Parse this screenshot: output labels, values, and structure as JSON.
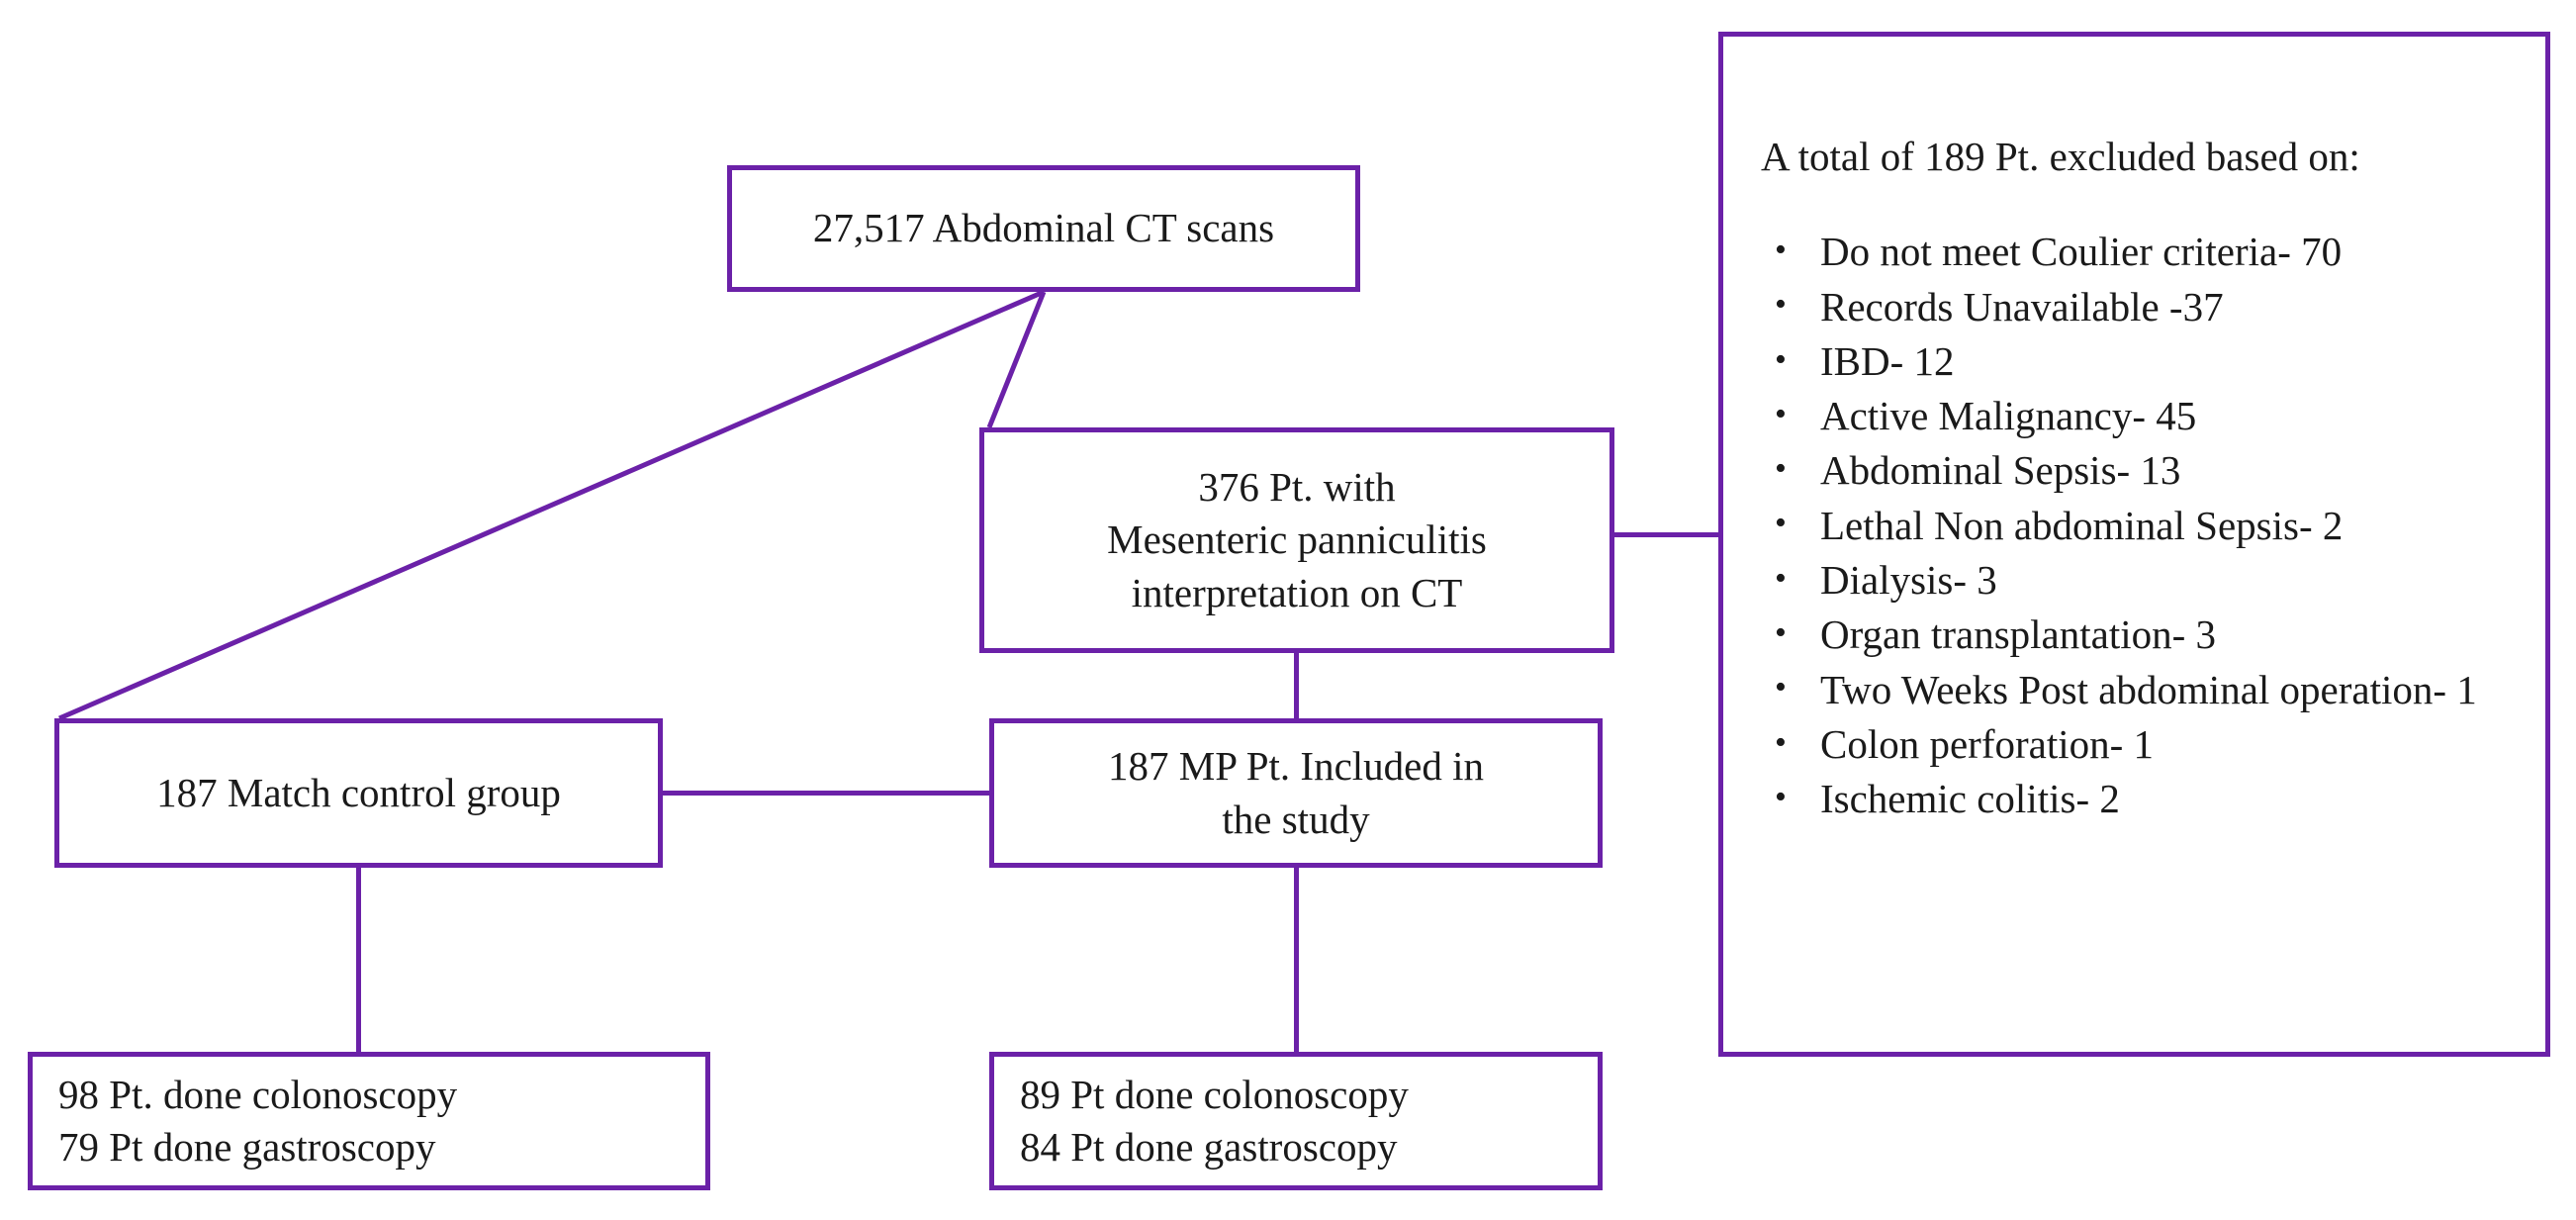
{
  "diagram": {
    "title": "Patient selection flowchart",
    "accent_color": "#6B21A8",
    "background_color": "#FFFFFF",
    "text_color": "#1A1A1A"
  },
  "nodes": {
    "scans": {
      "text": "27,517 Abdominal CT scans"
    },
    "mp_ct": {
      "line1": "376 Pt. with",
      "line2": "Mesenteric panniculitis",
      "line3": "interpretation on CT"
    },
    "control": {
      "text": "187 Match control group"
    },
    "included": {
      "line1": "187 MP Pt. Included in",
      "line2": "the study"
    },
    "control_procedures": {
      "line1": "98 Pt. done colonoscopy",
      "line2": "79 Pt done gastroscopy"
    },
    "mp_procedures": {
      "line1": "89 Pt done colonoscopy",
      "line2": "84 Pt done gastroscopy"
    },
    "excluded": {
      "heading": "A total of 189 Pt. excluded based on:",
      "bullet_glyph": "•",
      "items": [
        "Do not meet Coulier criteria- 70",
        "Records Unavailable -37",
        "IBD- 12",
        "Active Malignancy- 45",
        "Abdominal Sepsis- 13",
        "Lethal Non abdominal Sepsis- 2",
        "Dialysis- 3",
        "Organ transplantation- 3",
        "Two Weeks Post abdominal operation- 1",
        "Colon perforation- 1",
        "Ischemic colitis- 2"
      ]
    }
  },
  "chart_data": {
    "type": "diagram",
    "title": "Study patient flow diagram",
    "nodes": [
      {
        "id": "scans",
        "label": "27,517 Abdominal CT scans",
        "value": 27517
      },
      {
        "id": "mp_ct",
        "label": "376 Pt. with Mesenteric panniculitis interpretation on CT",
        "value": 376
      },
      {
        "id": "excluded",
        "label": "A total of 189 Pt. excluded based on:",
        "value": 189
      },
      {
        "id": "control",
        "label": "187 Match control group",
        "value": 187
      },
      {
        "id": "included",
        "label": "187 MP Pt. Included in the study",
        "value": 187
      },
      {
        "id": "control_procedures",
        "label": "98 Pt. done colonoscopy / 79 Pt done gastroscopy",
        "values": [
          98,
          79
        ]
      },
      {
        "id": "mp_procedures",
        "label": "89 Pt done colonoscopy / 84 Pt done gastroscopy",
        "values": [
          89,
          84
        ]
      }
    ],
    "edges": [
      {
        "from": "scans",
        "to": "control"
      },
      {
        "from": "scans",
        "to": "mp_ct"
      },
      {
        "from": "mp_ct",
        "to": "excluded"
      },
      {
        "from": "mp_ct",
        "to": "included"
      },
      {
        "from": "control",
        "to": "included"
      },
      {
        "from": "control",
        "to": "control_procedures"
      },
      {
        "from": "included",
        "to": "mp_procedures"
      }
    ],
    "exclusion_breakdown": [
      {
        "reason": "Do not meet Coulier criteria",
        "count": 70
      },
      {
        "reason": "Records Unavailable",
        "count": 37
      },
      {
        "reason": "IBD",
        "count": 12
      },
      {
        "reason": "Active Malignancy",
        "count": 45
      },
      {
        "reason": "Abdominal Sepsis",
        "count": 13
      },
      {
        "reason": "Lethal Non abdominal Sepsis",
        "count": 2
      },
      {
        "reason": "Dialysis",
        "count": 3
      },
      {
        "reason": "Organ transplantation",
        "count": 3
      },
      {
        "reason": "Two Weeks Post abdominal operation",
        "count": 1
      },
      {
        "reason": "Colon perforation",
        "count": 1
      },
      {
        "reason": "Ischemic colitis",
        "count": 2
      }
    ],
    "exclusion_total": 189
  }
}
